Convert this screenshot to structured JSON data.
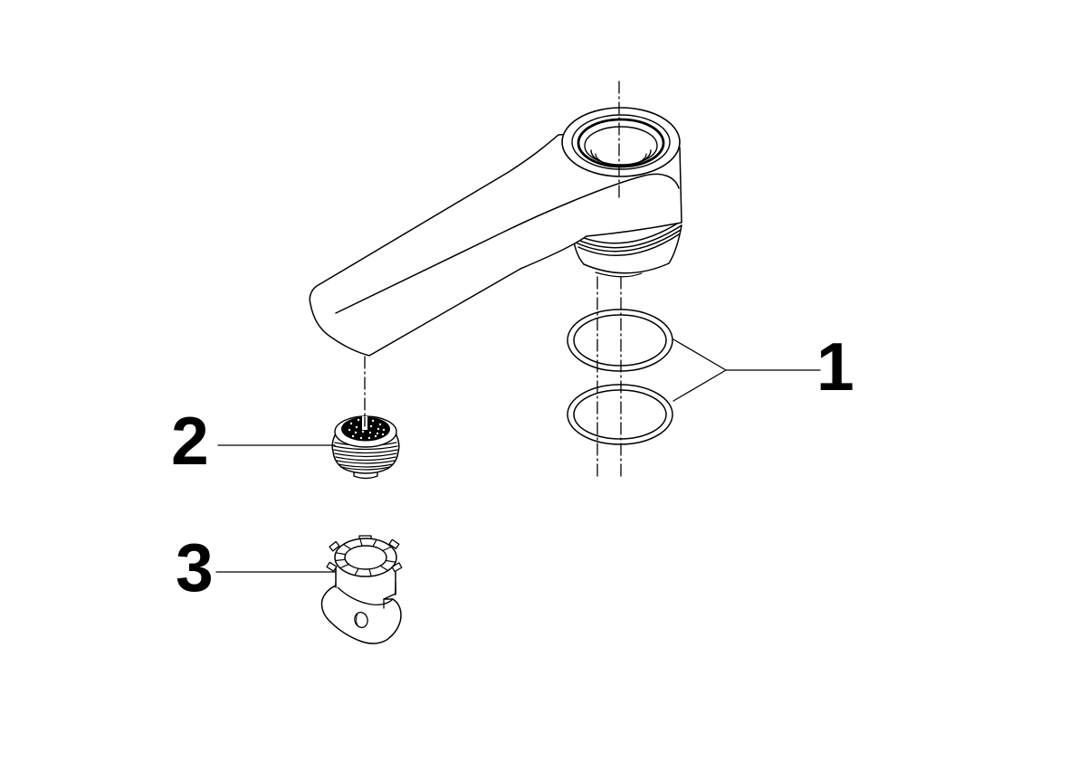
{
  "diagram": {
    "kind": "exploded-parts-line-drawing",
    "background_color": "#ffffff",
    "line_color": "#000000",
    "label_color": "#000000",
    "callouts": [
      {
        "label": "1"
      },
      {
        "label": "2"
      },
      {
        "label": "3"
      }
    ]
  }
}
